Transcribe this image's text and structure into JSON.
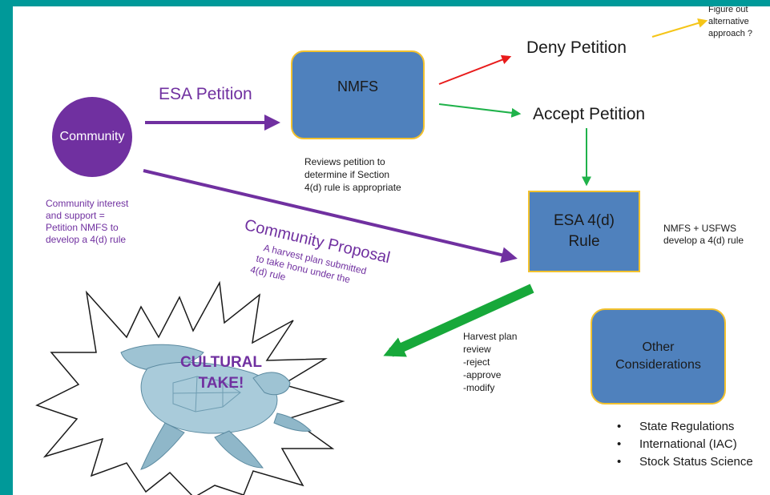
{
  "nodes": {
    "community": "Community",
    "nmfs": "NMFS",
    "deny": "Deny Petition",
    "accept": "Accept Petition",
    "rule_line1": "ESA 4(d)",
    "rule_line2": "Rule",
    "other_line1": "Other",
    "other_line2": "Considerations",
    "cultural_line1": "CULTURAL",
    "cultural_line2": "TAKE!"
  },
  "labels": {
    "esa_petition": "ESA Petition",
    "community_proposal": "Community Proposal",
    "figure_out_line1": "Figure out",
    "figure_out_line2": "alternative",
    "figure_out_line3": "approach ?",
    "reviews_line1": "Reviews petition to",
    "reviews_line2": "determine if Section",
    "reviews_line3": "4(d) rule is appropriate",
    "interest_line1": "Community interest",
    "interest_line2": "and support =",
    "interest_line3": "Petition NMFS to",
    "interest_line4": "develop a 4(d) rule",
    "harvest_plan_line1": "A harvest plan submitted",
    "harvest_plan_line2": "to take honu under the",
    "harvest_plan_line3": "4(d) rule",
    "develop_line1": "NMFS + USFWS",
    "develop_line2": "develop a 4(d) rule",
    "review_line1": "Harvest plan",
    "review_line2": "review",
    "review_line3": "-reject",
    "review_line4": "-approve",
    "review_line5": "-modify"
  },
  "considerations": [
    "State Regulations",
    "International (IAC)",
    "Stock Status Science"
  ],
  "colors": {
    "frame": "#009999",
    "box_fill": "#4f81bd",
    "box_border": "#f2c12e",
    "community_fill": "#7030a0",
    "purple": "#7030a0",
    "red_arrow": "#e81b1b",
    "green_arrow": "#1fb24a",
    "yellow_arrow": "#f5c518",
    "big_green_arrow": "#17a83a"
  },
  "icons": {
    "turtle": "sea-turtle-illustration",
    "starburst": "starburst-shape"
  }
}
